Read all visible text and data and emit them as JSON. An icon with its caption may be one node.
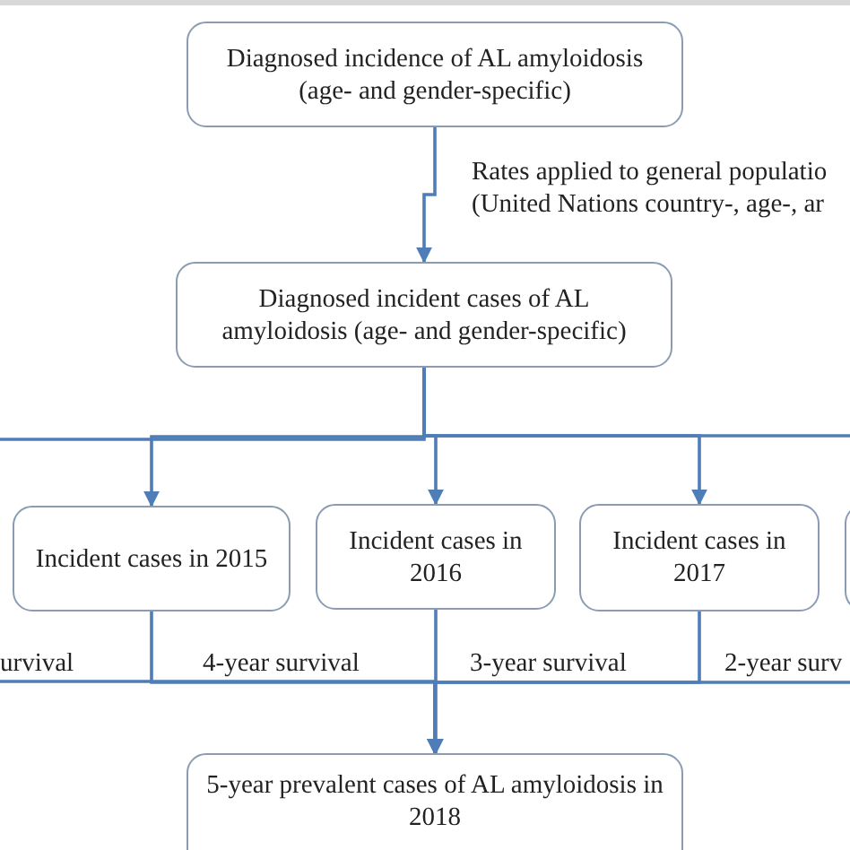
{
  "diagram": {
    "nodes": [
      {
        "text": [
          "Diagnosed incidence of AL amyloidosis (age- and gender-specific)"
        ]
      },
      {
        "text": [
          "Diagnosed incident cases of AL amyloidosis (age- and gender-specific)"
        ]
      },
      {
        "text": [
          "Incident cases in 2015"
        ]
      },
      {
        "text": [
          "Incident cases in 2016"
        ]
      },
      {
        "text": [
          "Incident cases in 2017"
        ]
      },
      {
        "text": [],
        "shape": "box"
      },
      {
        "text": [
          "5-year prevalent cases of AL amyloidosis in 2018"
        ]
      }
    ],
    "edges": [
      {
        "from": 0,
        "to": 1,
        "arrow": "to",
        "label": "Rates applied to general populatio (United Nations country-, age-, ar"
      },
      {
        "from": 1,
        "to": null,
        "arrow": "none"
      },
      {
        "from": 1,
        "to": 2,
        "arrow": "to"
      },
      {
        "from": 1,
        "to": 3,
        "arrow": "to"
      },
      {
        "from": 1,
        "to": 4,
        "arrow": "to"
      },
      {
        "from": 1,
        "to": 5,
        "arrow": "to"
      },
      {
        "from": null,
        "to": 6,
        "arrow": "to",
        "label": "urvival"
      },
      {
        "from": 2,
        "to": 6,
        "arrow": "to",
        "label": "4-year survival"
      },
      {
        "from": 3,
        "to": 6,
        "arrow": "to"
      },
      {
        "from": 4,
        "to": 6,
        "arrow": "to",
        "label": "3-year survival"
      },
      {
        "from": 5,
        "to": 6,
        "arrow": "to",
        "label": "2-year surv"
      }
    ]
  }
}
